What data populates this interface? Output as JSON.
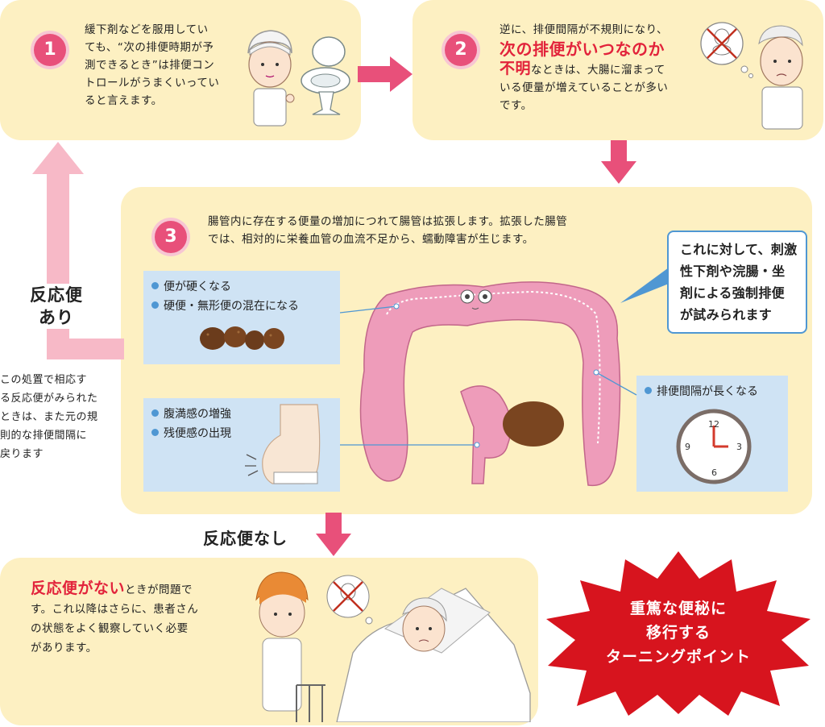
{
  "step1": {
    "number": "1",
    "text_lines": [
      "緩下剤などを服用してい",
      "ても、“次の排便時期が予",
      "測できるとき”は排便コン",
      "トロールがうまくいってい",
      "ると言えます。"
    ]
  },
  "step2": {
    "number": "2",
    "line1": "逆に、排便間隔が不規則になり、",
    "highlight1": "次の排便がいつなのか",
    "highlight2": "不明",
    "line3_rest": "なときは、大腸に溜まって",
    "line4": "いる便量が増えていることが多い",
    "line5": "です。"
  },
  "step3": {
    "number": "3",
    "text_lines": [
      "腸管内に存在する便量の増加につれて腸管は拡張します。拡張した腸管",
      "では、相対的に栄養血管の血流不足から、蠕動障害が生じます。"
    ],
    "box_stool": [
      "便が硬くなる",
      "硬便・無形便の混在になる"
    ],
    "box_abdomen": [
      "腹満感の増強",
      "残便感の出現"
    ],
    "box_interval": [
      "排便間隔が長くなる"
    ],
    "callout_lines": [
      "これに対して、刺激",
      "性下剤や浣腸・坐",
      "剤による強制排便",
      "が試みられます"
    ]
  },
  "left_side": {
    "label_lines": [
      "反応便",
      "あり"
    ],
    "note_lines": [
      "この処置で相応す",
      "る反応便がみられた",
      "ときは、また元の規",
      "則的な排便間隔に",
      "戻ります"
    ]
  },
  "no_response_label": "反応便なし",
  "bottom": {
    "highlight": "反応便がない",
    "line1_rest": "ときが問題で",
    "lines": [
      "す。これ以降はさらに、患者さん",
      "の状態をよく観察していく必要",
      "があります。"
    ]
  },
  "burst_lines": [
    "重篤な便秘に",
    "移行する",
    "ターニングポイント"
  ],
  "clock_numbers": [
    "12",
    "3",
    "6",
    "9"
  ],
  "colors": {
    "panel": "#fdf0c2",
    "accent_pink": "#e8507a",
    "light_pink": "#f7b9c7",
    "highlight_red": "#e2233b",
    "box_blue": "#cfe3f4",
    "burst_red": "#d7141e"
  }
}
